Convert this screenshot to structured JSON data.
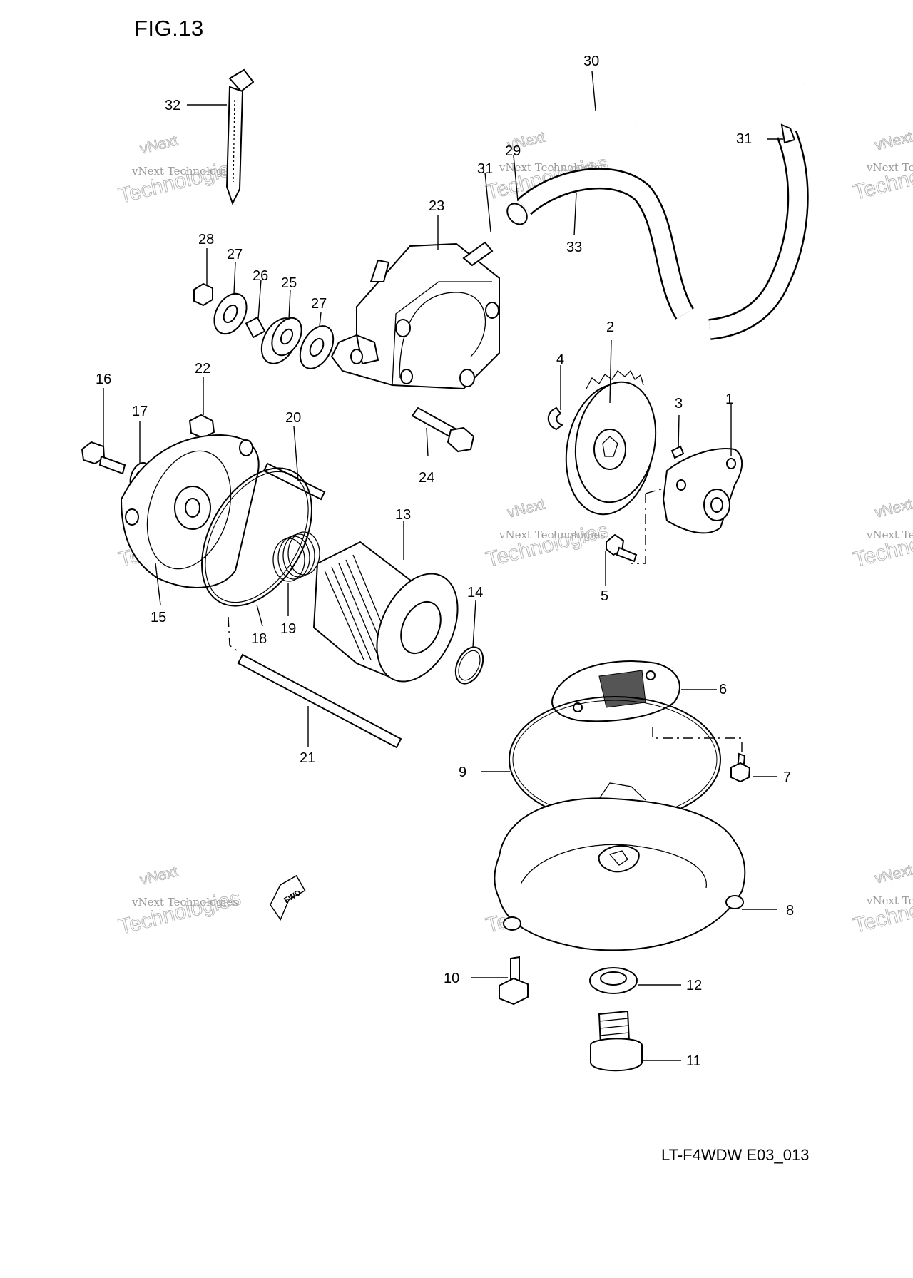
{
  "figure": {
    "title": "FIG.13",
    "drawing_code": "LT-F4WDW E03_013"
  },
  "fwd_marker": "FWD",
  "watermark": {
    "line1": "vNext Technologies",
    "line2": "Technologies",
    "line3": "vNext"
  },
  "callouts": [
    {
      "n": "1"
    },
    {
      "n": "2"
    },
    {
      "n": "3"
    },
    {
      "n": "4"
    },
    {
      "n": "5"
    },
    {
      "n": "6"
    },
    {
      "n": "7"
    },
    {
      "n": "8"
    },
    {
      "n": "9"
    },
    {
      "n": "10"
    },
    {
      "n": "11"
    },
    {
      "n": "12"
    },
    {
      "n": "13"
    },
    {
      "n": "14"
    },
    {
      "n": "15"
    },
    {
      "n": "16"
    },
    {
      "n": "17"
    },
    {
      "n": "18"
    },
    {
      "n": "19"
    },
    {
      "n": "20"
    },
    {
      "n": "21"
    },
    {
      "n": "22"
    },
    {
      "n": "23"
    },
    {
      "n": "24"
    },
    {
      "n": "25"
    },
    {
      "n": "26"
    },
    {
      "n": "27"
    },
    {
      "n": "27"
    },
    {
      "n": "28"
    },
    {
      "n": "29"
    },
    {
      "n": "30"
    },
    {
      "n": "31"
    },
    {
      "n": "31"
    },
    {
      "n": "32"
    },
    {
      "n": "33"
    }
  ]
}
